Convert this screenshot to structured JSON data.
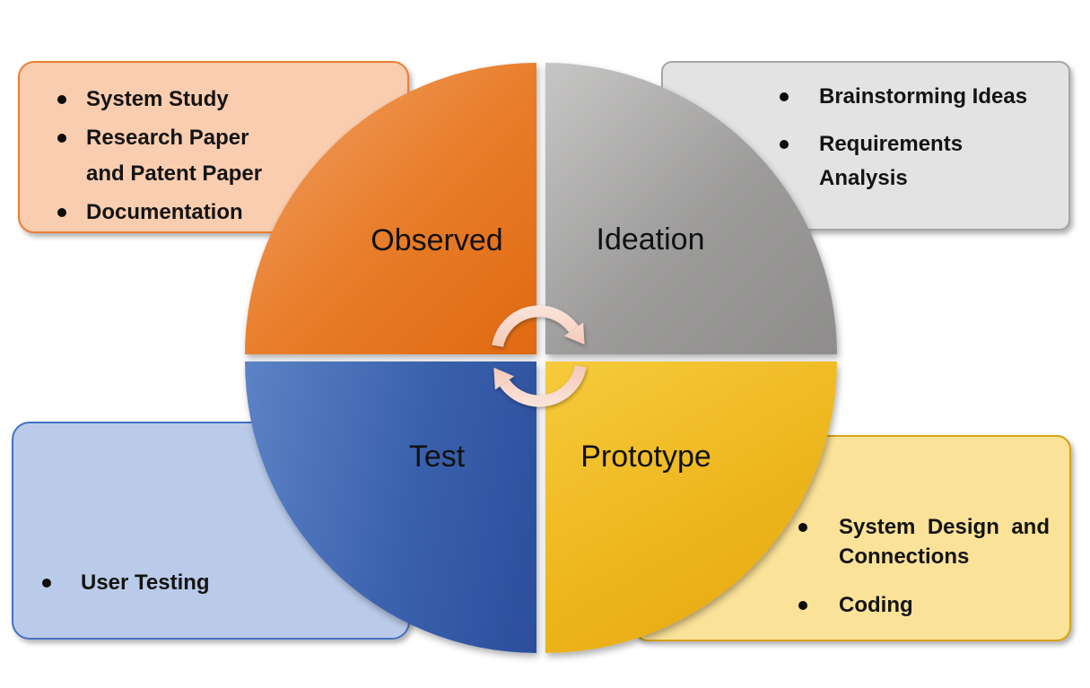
{
  "diagram": {
    "type": "process-cycle",
    "direction": "clockwise",
    "arrow_color": "#F5CDBD"
  },
  "quadrants": [
    {
      "name": "observed",
      "label": "Observed",
      "color": "#E87C28"
    },
    {
      "name": "ideation",
      "label": "Ideation",
      "color": "#9C9B9A"
    },
    {
      "name": "test",
      "label": "Test",
      "color": "#3A61AC"
    },
    {
      "name": "prototype",
      "label": "Prototype",
      "color": "#EDB51C"
    }
  ],
  "callouts": {
    "observed": {
      "fill": "#F9CDAF",
      "border": "#ED7D31",
      "items": [
        "System Study",
        "Research Paper and Patent Paper",
        "Documentation"
      ]
    },
    "ideation": {
      "fill": "#E3E3E3",
      "border": "#A6A6A6",
      "items": [
        "Brainstorming Ideas",
        "Requirements Analysis"
      ]
    },
    "test": {
      "fill": "#BACBE9",
      "border": "#4472C4",
      "items": [
        "User Testing"
      ]
    },
    "prototype": {
      "fill": "#FBE299",
      "border": "#D6A415",
      "items": [
        "System Design and Connections",
        "Coding"
      ]
    }
  }
}
